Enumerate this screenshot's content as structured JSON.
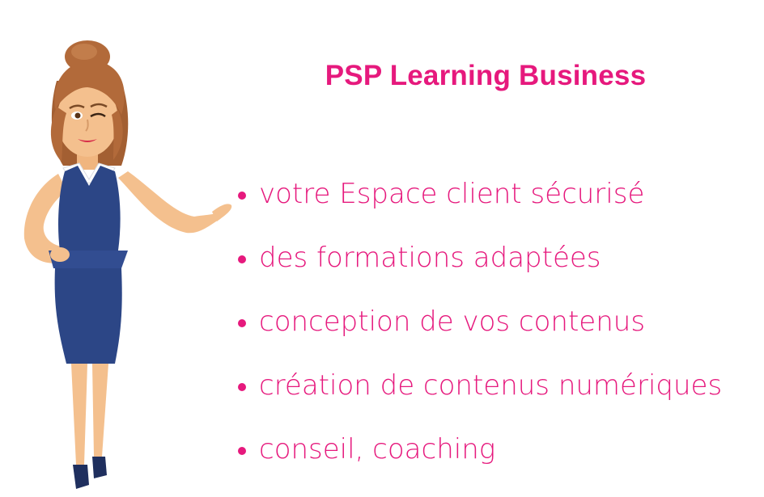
{
  "header": {
    "title": "PSP Learning Business"
  },
  "bullets": [
    {
      "label": "votre Espace client sécurisé"
    },
    {
      "label": "des formations adaptées"
    },
    {
      "label": "conception de vos contenus"
    },
    {
      "label": "création de contenus numériques"
    },
    {
      "label": "conseil, coaching"
    }
  ],
  "colors": {
    "accent": "#e6197d",
    "dress": "#2c4686",
    "hair": "#b26a3a",
    "skin": "#f4c08e"
  },
  "icons": {
    "bullet": "bullet-dot-icon"
  }
}
